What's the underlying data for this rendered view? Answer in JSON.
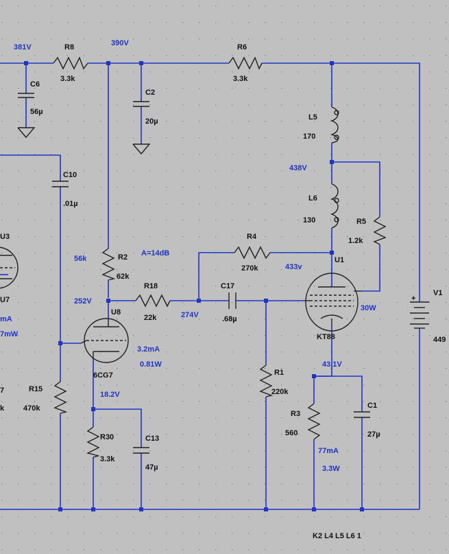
{
  "colors": {
    "background": "#c0c0c0",
    "wire": "#1f35c8",
    "component": "#202020",
    "annotation": "#1f35c8",
    "grid_dot": "#7a7a7a"
  },
  "components": {
    "r8": {
      "name": "R8",
      "value": "3.3k"
    },
    "r6": {
      "name": "R6",
      "value": "3.3k"
    },
    "c6": {
      "name": "C6",
      "value": "56µ"
    },
    "c2": {
      "name": "C2",
      "value": "20µ"
    },
    "l5": {
      "name": "L5",
      "value": "170"
    },
    "l6": {
      "name": "L6",
      "value": "130"
    },
    "c10": {
      "name": "C10",
      "value": ".01µ"
    },
    "r5": {
      "name": "R5",
      "value": "1.2k"
    },
    "r4": {
      "name": "R4",
      "value": "270k"
    },
    "r2": {
      "name": "R2",
      "value": "62k"
    },
    "r18": {
      "name": "R18",
      "value": "22k"
    },
    "c17": {
      "name": "C17",
      "value": ".68µ"
    },
    "u8": {
      "name": "U8",
      "value": "6CG7"
    },
    "u1": {
      "name": "U1",
      "value": "KT88"
    },
    "u3": {
      "name": "U3"
    },
    "u7": {
      "name": "U7"
    },
    "r1": {
      "name": "R1",
      "value": "220k"
    },
    "r15": {
      "name": "R15",
      "value": "470k"
    },
    "r30": {
      "name": "R30",
      "value": "3.3k"
    },
    "c13": {
      "name": "C13",
      "value": "47µ"
    },
    "r3": {
      "name": "R3",
      "value": "560"
    },
    "c1": {
      "name": "C1",
      "value": "27µ"
    },
    "v1": {
      "name": "V1",
      "value": "449"
    }
  },
  "annotations": {
    "v381": "381V",
    "v390": "390V",
    "v438": "438V",
    "v433": "433v",
    "r_56k": "56k",
    "gain": "A=14dB",
    "v252": "252V",
    "v274": "274V",
    "p30w": "30W",
    "u8_current": "3.2mA",
    "u8_power": "0.81W",
    "v18": "18.2V",
    "v43": "43.1V",
    "u1_current": "77mA",
    "u1_power": "3.3W",
    "left_current": "mA",
    "left_power": "7mW"
  },
  "left_fragments": {
    "f7": "7",
    "fk": "k"
  },
  "directive": "K2 L4 L5 L6 1",
  "battery_sign": "+"
}
